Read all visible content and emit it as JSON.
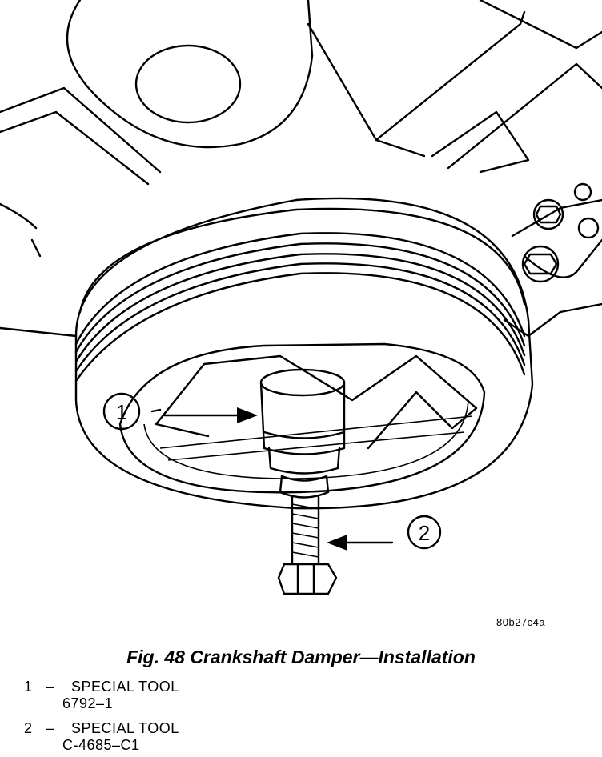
{
  "figure": {
    "code": "80b27c4a",
    "caption": "Fig. 48 Crankshaft Damper—Installation"
  },
  "callouts": [
    {
      "number": "1"
    },
    {
      "number": "2"
    }
  ],
  "legend": [
    {
      "number": "1",
      "dash": "–",
      "name": "SPECIAL TOOL",
      "part": "6792–1"
    },
    {
      "number": "2",
      "dash": "–",
      "name": "SPECIAL TOOL",
      "part": "C-4685–C1"
    }
  ]
}
